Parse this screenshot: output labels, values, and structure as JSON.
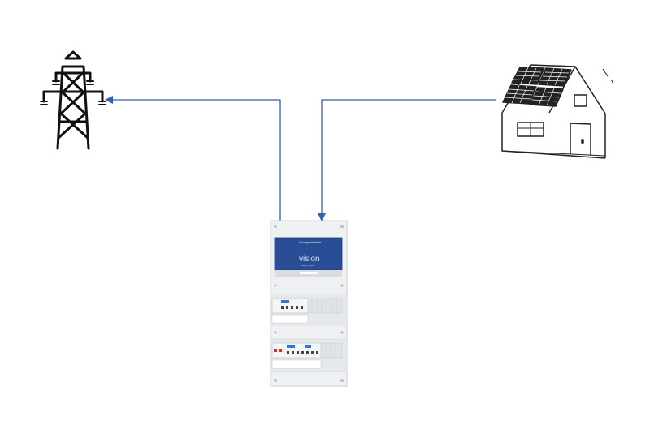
{
  "diagram": {
    "nodes": [
      {
        "id": "pylon",
        "icon": "transmission-tower-icon"
      },
      {
        "id": "house",
        "icon": "solar-house-icon"
      },
      {
        "id": "panel",
        "icon": "distribution-board-icon"
      }
    ],
    "edges": [
      {
        "from": "panel",
        "to": "pylon"
      },
      {
        "from": "house",
        "to": "panel"
      }
    ],
    "panel_labels": {
      "brand_small": "Groepenkasten",
      "brand": "vision",
      "sub": "Hager Vision"
    },
    "colors": {
      "connector": "#2e62b3",
      "panel_body": "#eef0f2",
      "panel_display": "#2a4e96",
      "outline": "#111111"
    }
  }
}
